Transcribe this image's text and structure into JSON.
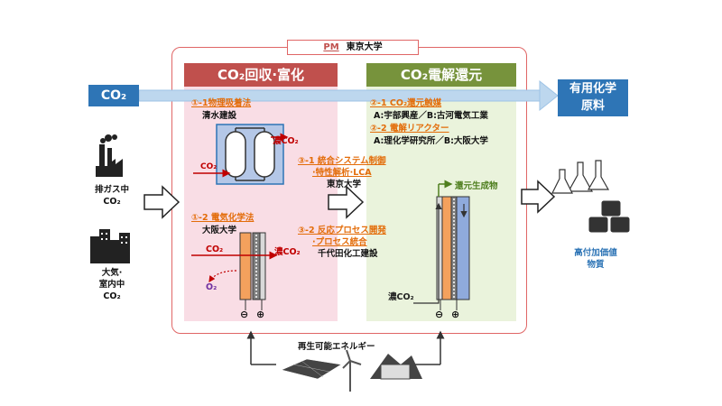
{
  "pm": {
    "tag": "PM",
    "org": "東京大学"
  },
  "left_header": "CO₂回収·富化",
  "right_header": "CO₂電解還元",
  "co2_input": "CO₂",
  "product_box": {
    "line1": "有用化学",
    "line2": "原料"
  },
  "left_items": {
    "item1_title": "①-1物理吸着法",
    "item1_org": "清水建設",
    "item2_title": "①-2  電気化学法",
    "item2_org": "大阪大学"
  },
  "right_items": {
    "item1_title": "②-1  CO₂還元触媒",
    "item1_org": "A:宇部興産／B:古河電気工業",
    "item2_title": "②-2  電解リアクター",
    "item2_org": "A:理化学研究所／B:大阪大学"
  },
  "middle_items": {
    "item3_title_line1": "③-1  統合システム制御",
    "item3_title_line2": "·特性解析·LCA",
    "item3_org": "東京大学",
    "item4_title_line1": "③-2  反応プロセス開発",
    "item4_title_line2": "·プロセス統合",
    "item4_org": "千代田化工建設"
  },
  "diagram_labels": {
    "conc_co2_1": "濃CO₂",
    "co2_1": "CO₂",
    "co2_2": "CO₂",
    "conc_co2_2": "濃CO₂",
    "o2": "O₂",
    "minus_1": "⊖",
    "plus_1": "⊕",
    "reduction_product": "還元生成物",
    "conc_co2_3": "濃CO₂",
    "minus_2": "⊖",
    "plus_2": "⊕"
  },
  "sources": {
    "exhaust_line1": "排ガス中",
    "exhaust_line2": "CO₂",
    "air_line1": "大気·",
    "air_line2": "室内中",
    "air_line3": "CO₂"
  },
  "high_value": {
    "line1": "高付加価値",
    "line2": "物質"
  },
  "renewable": "再生可能エネルギー",
  "icons": [
    "factory-icon",
    "buildings-icon",
    "flasks-icon",
    "barrels-icon",
    "solar-panel-icon",
    "wind-turbine-icon",
    "hydro-dam-icon"
  ],
  "colors": {
    "left_header": "#c0504d",
    "right_header": "#77933c",
    "co2_blue": "#2e75b6",
    "orange": "#e36c09",
    "pink_panel": "#f9dde5",
    "green_panel": "#eaf3dc"
  }
}
